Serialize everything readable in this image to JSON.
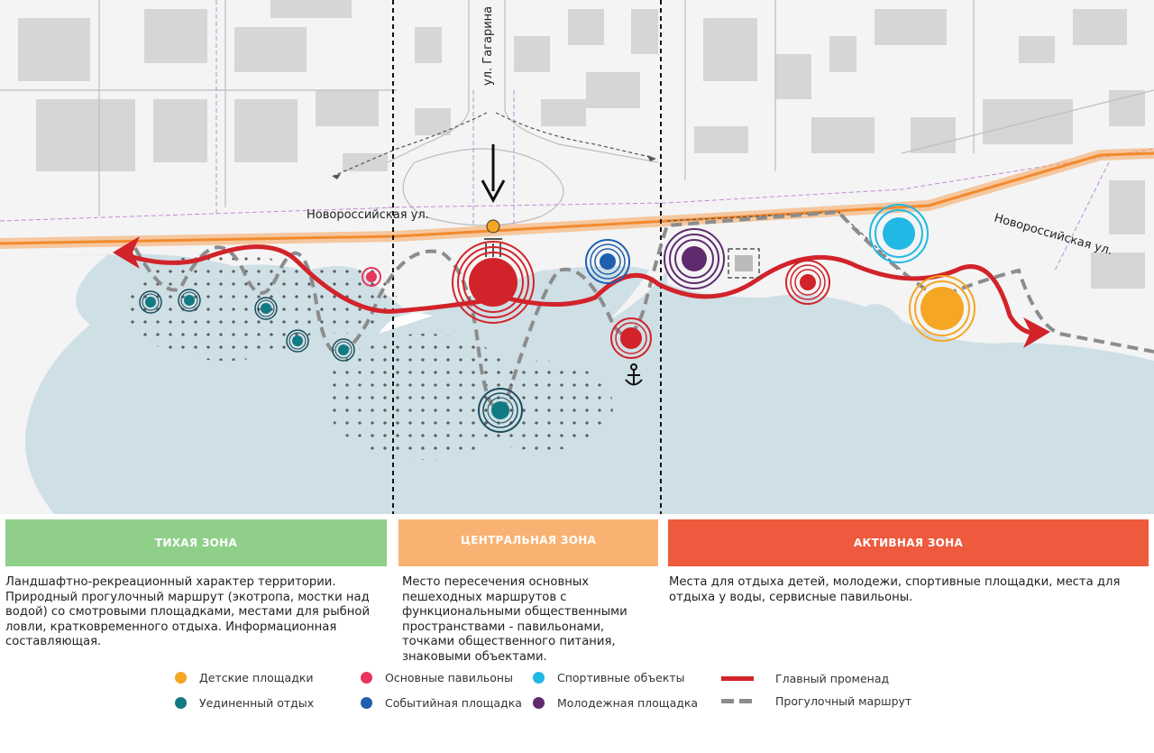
{
  "map": {
    "street_novorossiyskaya_1": "Новороссийская ул.",
    "street_novorossiyskaya_2": "Новороссийская ул.",
    "street_gagarina": "ул. Гагарина",
    "colors": {
      "water": "#cfdfe6",
      "promenade": "#d2232a",
      "walk_route": "#8c8c8c",
      "main_road": "#f5a25a"
    }
  },
  "zones": [
    {
      "title": "ТИХАЯ ЗОНА",
      "color": "#8fcf8a",
      "description": "Ландшафтно-рекреационный характер территории. Природный прогулочный маршрут (экотропа, мостки над водой) со смотровыми площадками, местами для рыбной ловли, кратковременного отдыха. Информационная составляющая."
    },
    {
      "title": "ЦЕНТРАЛЬНАЯ ЗОНА",
      "color": "#f9b271",
      "description": "Место пересечения основных пешеходных маршрутов с функциональными общественными пространствами - павильонами, точками общественного питания, знаковыми объектами."
    },
    {
      "title": "АКТИВНАЯ ЗОНА",
      "color": "#ee5a3d",
      "description": "Места для отдыха детей, молодежи, спортивные площадки, места для отдыха у воды, сервисные павильоны."
    }
  ],
  "legend": {
    "children": {
      "label": "Детские площадки",
      "color": "#f5a623"
    },
    "secluded": {
      "label": "Уединенный отдых",
      "color": "#127a82"
    },
    "pavilions": {
      "label": "Основные павильоны",
      "color": "#e8355a"
    },
    "events": {
      "label": "Событийная площадка",
      "color": "#1e5fb0"
    },
    "sports": {
      "label": "Спортивные объекты",
      "color": "#22b8e6"
    },
    "youth": {
      "label": "Молодежная площадка",
      "color": "#5f2a6e"
    },
    "promenade": {
      "label": "Главный променад",
      "color": "#d2232a"
    },
    "walk": {
      "label": "Прогулочный маршрут",
      "color": "#8c8c8c"
    }
  }
}
